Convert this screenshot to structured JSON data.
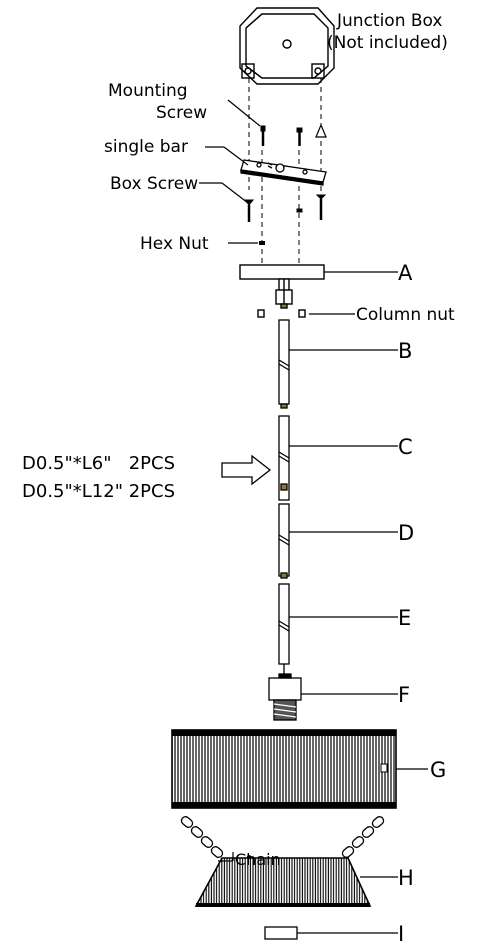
{
  "labels": {
    "junction_box_1": "Junction Box",
    "junction_box_2": "(Not included)",
    "mounting_screw_1": "Mounting",
    "mounting_screw_2": "Screw",
    "single_bar": "single bar",
    "box_screw": "Box Screw",
    "hex_nut": "Hex Nut",
    "column_nut": "Column nut",
    "chain": "Chain"
  },
  "parts": {
    "a": "A",
    "b": "B",
    "c": "C",
    "d": "D",
    "e": "E",
    "f": "F",
    "g": "G",
    "h": "H",
    "i": "I"
  },
  "spec": {
    "line1": "D0.5\"*L6\"   2PCS",
    "line2": "D0.5\"*L12\" 2PCS"
  },
  "colors": {
    "line": "#000000",
    "brass": "#8a7a3a"
  }
}
